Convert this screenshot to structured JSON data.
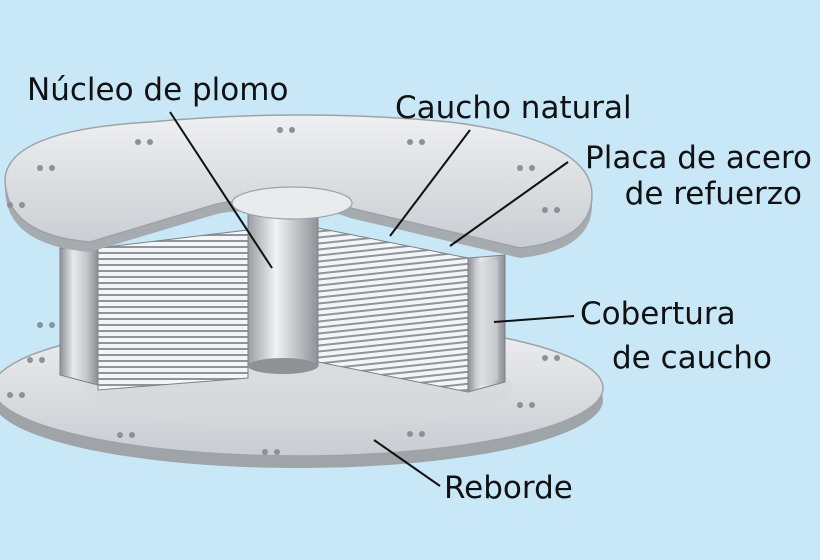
{
  "diagram": {
    "background_color": "#c9e8f7",
    "labels": {
      "lead_core": "Núcleo de plomo",
      "natural_rubber": "Caucho natural",
      "steel_plate_line1": "Placa de acero",
      "steel_plate_line2": "de refuerzo",
      "rubber_cover_line1": "Cobertura",
      "rubber_cover_line2": "de caucho",
      "flange": "Reborde"
    }
  }
}
